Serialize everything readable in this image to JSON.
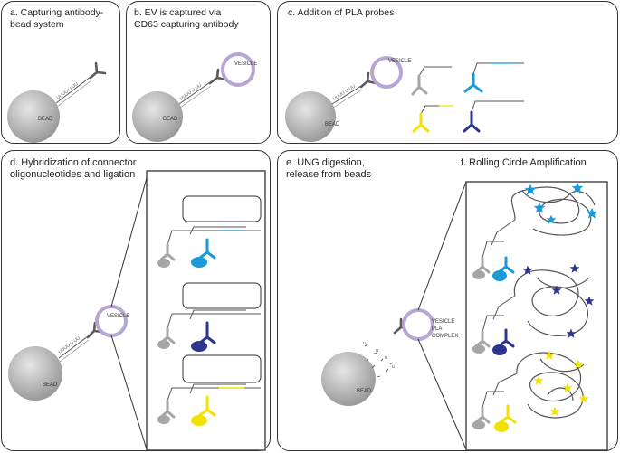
{
  "panels": {
    "a": {
      "title_line1": "a. Capturing antibody-",
      "title_line2": "bead system",
      "bead_label": "BEAD",
      "uracil_text": "UUUU U UU"
    },
    "b": {
      "title_line1": "b. EV is captured via",
      "title_line2": "CD63 capturing antibody",
      "bead_label": "BEAD",
      "vesicle_label": "VESICLE",
      "uracil_text": "UUUU U UU"
    },
    "c": {
      "title_line1": "c. Addition of PLA probes",
      "bead_label": "BEAD",
      "vesicle_label": "VESICLE",
      "uracil_text": "UUUU U UU"
    },
    "d": {
      "title_line1": "d. Hybridization of connector",
      "title_line2": "oligonucleotides and ligation",
      "bead_label": "BEAD",
      "vesicle_label": "VESICLE",
      "uracil_text": "UUUU U UU"
    },
    "e": {
      "title_line1": "e. UNG digestion,",
      "title_line2": "release from beads",
      "bead_label": "BEAD",
      "vesicle_label_1": "VESICLE",
      "vesicle_label_2": "PLA",
      "vesicle_label_3": "COMPLEX"
    },
    "f": {
      "title_line1": "f. Rolling Circle Amplification"
    }
  },
  "colors": {
    "probe_gray": "#a6a6a8",
    "probe_cyan": "#1a9ad6",
    "probe_navy": "#2b3590",
    "probe_yellow": "#f2e200",
    "vesicle": "#b7a6d4",
    "antibody": "#5a5a5a",
    "panel_border": "#333333"
  },
  "icons": [
    "bead-sphere",
    "vesicle-ring",
    "antibody-y-shape",
    "star-marker"
  ]
}
